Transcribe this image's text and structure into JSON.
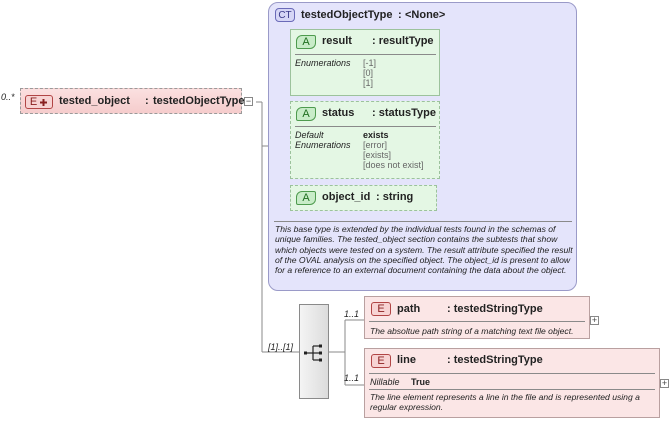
{
  "root": {
    "cardinality": "0..*",
    "badge": "E",
    "name": "tested_object",
    "separator": ":",
    "type": "testedObjectType"
  },
  "complex_type": {
    "badge": "CT",
    "name": "testedObjectType",
    "separator": ":",
    "base": "<None>",
    "attributes": [
      {
        "badge": "A",
        "name": "result",
        "type": ": resultType",
        "facets": [
          {
            "label": "Enumerations",
            "values": [
              "[-1]",
              "[0]",
              "[1]"
            ]
          }
        ]
      },
      {
        "badge": "A",
        "name": "status",
        "type": ": statusType",
        "facets": [
          {
            "label": "Default",
            "values": [
              "exists"
            ]
          },
          {
            "label": "Enumerations",
            "values": [
              "[error]",
              "[exists]",
              "[does not exist]"
            ]
          }
        ]
      },
      {
        "badge": "A",
        "name": "object_id",
        "type": ": string"
      }
    ],
    "documentation": "This base type is extended by the individual tests found in the schemas of unique families.  The tested_object section contains the subtests that show which objects were tested on a system. The result attribute specified the result of the OVAL analysis on the specified object. The object_id is present to allow for a reference to an external document containing the data about the object."
  },
  "sequence": {
    "cardinality": "[1]..[1]"
  },
  "children": [
    {
      "badge": "E",
      "cardinality": "1..1",
      "name": "path",
      "type": ": testedStringType",
      "documentation": "The absoltue path string of a matching text file object."
    },
    {
      "badge": "E",
      "cardinality": "1..1",
      "name": "line",
      "type": ": testedStringType",
      "nillable_label": "Nillable",
      "nillable_value": "True",
      "documentation": "The line element represents a line in the file and is represented using a regular expression."
    }
  ]
}
